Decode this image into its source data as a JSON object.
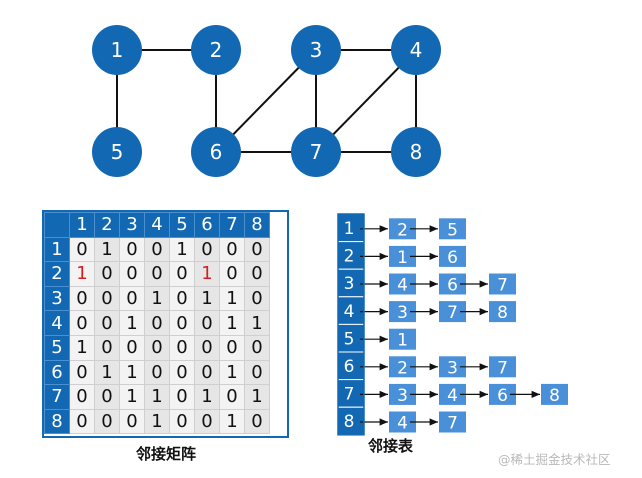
{
  "graph": {
    "nodes": [
      {
        "id": "1",
        "label": "1"
      },
      {
        "id": "2",
        "label": "2"
      },
      {
        "id": "3",
        "label": "3"
      },
      {
        "id": "4",
        "label": "4"
      },
      {
        "id": "5",
        "label": "5"
      },
      {
        "id": "6",
        "label": "6"
      },
      {
        "id": "7",
        "label": "7"
      },
      {
        "id": "8",
        "label": "8"
      }
    ],
    "edges": [
      [
        "1",
        "2"
      ],
      [
        "1",
        "5"
      ],
      [
        "2",
        "6"
      ],
      [
        "3",
        "4"
      ],
      [
        "3",
        "6"
      ],
      [
        "3",
        "7"
      ],
      [
        "4",
        "7"
      ],
      [
        "4",
        "8"
      ],
      [
        "6",
        "7"
      ],
      [
        "7",
        "8"
      ]
    ],
    "node_color": "#1268b3",
    "label_color": "#ffffff"
  },
  "matrix": {
    "caption": "邻接矩阵",
    "headers": [
      "1",
      "2",
      "3",
      "4",
      "5",
      "6",
      "7",
      "8"
    ],
    "row_labels": [
      "1",
      "2",
      "3",
      "4",
      "5",
      "6",
      "7",
      "8"
    ],
    "rows": [
      [
        "0",
        "1",
        "0",
        "0",
        "1",
        "0",
        "0",
        "0"
      ],
      [
        "1",
        "0",
        "0",
        "0",
        "0",
        "1",
        "0",
        "0"
      ],
      [
        "0",
        "0",
        "0",
        "1",
        "0",
        "1",
        "1",
        "0"
      ],
      [
        "0",
        "0",
        "1",
        "0",
        "0",
        "0",
        "1",
        "1"
      ],
      [
        "1",
        "0",
        "0",
        "0",
        "0",
        "0",
        "0",
        "0"
      ],
      [
        "0",
        "1",
        "1",
        "0",
        "0",
        "0",
        "1",
        "0"
      ],
      [
        "0",
        "0",
        "1",
        "1",
        "0",
        "1",
        "0",
        "1"
      ],
      [
        "0",
        "0",
        "0",
        "1",
        "0",
        "0",
        "1",
        "0"
      ]
    ],
    "highlight_red": [
      [
        1,
        0
      ],
      [
        1,
        5
      ]
    ],
    "header_color": "#1268b3",
    "highlight_color": "#d42020"
  },
  "adjacency_list": {
    "caption": "邻接表",
    "heads": [
      "1",
      "2",
      "3",
      "4",
      "5",
      "6",
      "7",
      "8"
    ],
    "lists": [
      [
        "2",
        "5"
      ],
      [
        "1",
        "6"
      ],
      [
        "4",
        "6",
        "7"
      ],
      [
        "3",
        "7",
        "8"
      ],
      [
        "1"
      ],
      [
        "2",
        "3",
        "7"
      ],
      [
        "3",
        "4",
        "6",
        "8"
      ],
      [
        "4",
        "7"
      ]
    ],
    "head_color": "#1268b3",
    "item_color": "#4a90d9"
  },
  "watermark": "@稀土掘金技术社区"
}
